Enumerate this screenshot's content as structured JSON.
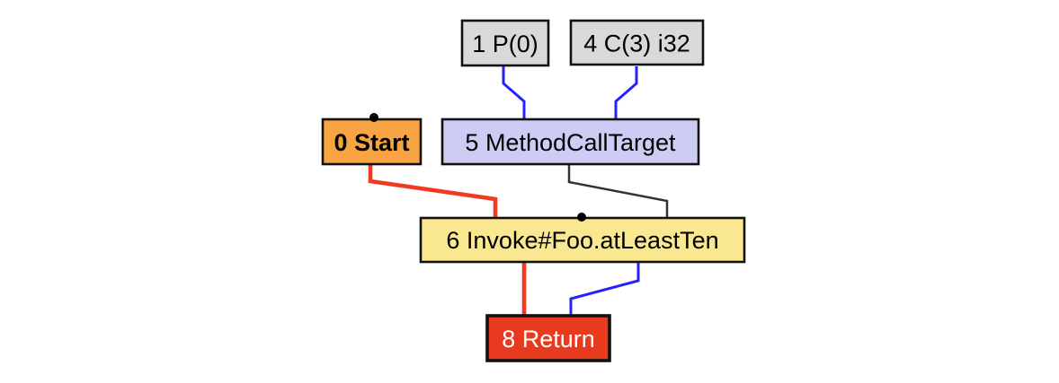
{
  "background": "#ffffff",
  "graph": {
    "kind": "compiler-ir-graph",
    "nodes": [
      {
        "id": "1",
        "label": "1 P(0)",
        "kind": "parameter",
        "fill": "#d9d9d9",
        "text_color": "#000000"
      },
      {
        "id": "4",
        "label": "4 C(3) i32",
        "kind": "constant",
        "fill": "#d9d9d9",
        "text_color": "#000000"
      },
      {
        "id": "0",
        "label": "0 Start",
        "kind": "start",
        "fill": "#f8a442",
        "text_color": "#000000"
      },
      {
        "id": "5",
        "label": "5 MethodCallTarget",
        "kind": "method-call-target",
        "fill": "#ccccf5",
        "text_color": "#000000"
      },
      {
        "id": "6",
        "label": "6 Invoke#Foo.atLeastTen",
        "kind": "invoke",
        "fill": "#f9e88f",
        "text_color": "#000000"
      },
      {
        "id": "8",
        "label": "8 Return",
        "kind": "return",
        "fill": "#e73a1e",
        "text_color": "#ffffff"
      }
    ],
    "edges": [
      {
        "from": "1",
        "to": "5",
        "kind": "data",
        "color": "#2222ff"
      },
      {
        "from": "4",
        "to": "5",
        "kind": "data",
        "color": "#2222ff"
      },
      {
        "from": "0",
        "to": "6",
        "kind": "control",
        "color": "#f03b22"
      },
      {
        "from": "5",
        "to": "6",
        "kind": "association",
        "color": "#333333"
      },
      {
        "from": "6",
        "to": "8",
        "kind": "control",
        "color": "#f03b22"
      },
      {
        "from": "6",
        "to": "8",
        "kind": "data",
        "color": "#2222ff"
      }
    ],
    "anchor_dots": [
      {
        "on": "0",
        "color": "#000000"
      },
      {
        "on": "6",
        "color": "#000000"
      }
    ],
    "border_color": "#111111"
  }
}
